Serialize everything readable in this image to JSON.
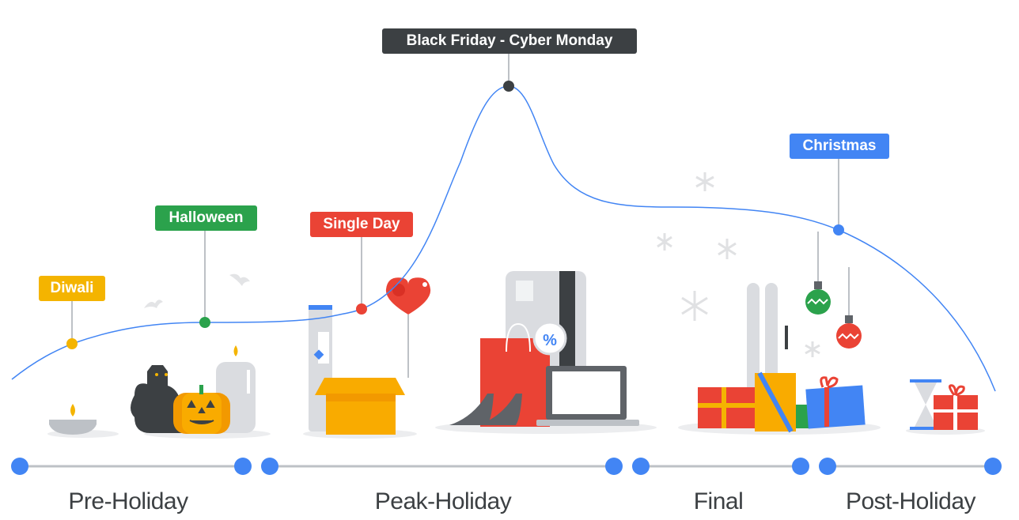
{
  "events": {
    "diwali": {
      "label": "Diwali",
      "color": "#F4B400"
    },
    "halloween": {
      "label": "Halloween",
      "color": "#2BA24C"
    },
    "single_day": {
      "label": "Single Day",
      "color": "#EA4335"
    },
    "black_friday": {
      "label": "Black Friday - Cyber Monday",
      "color": "#3C4043"
    },
    "christmas": {
      "label": "Christmas",
      "color": "#4285F4"
    }
  },
  "phases": [
    {
      "label": "Pre-Holiday"
    },
    {
      "label": "Peak-Holiday"
    },
    {
      "label": "Final"
    },
    {
      "label": "Post-Holiday"
    }
  ],
  "colors": {
    "curve": "#4285F4",
    "timeline": "#BDC1C6",
    "timeline_dot": "#4285F4",
    "text": "#3C4043"
  },
  "icons": {
    "percent": "%"
  }
}
